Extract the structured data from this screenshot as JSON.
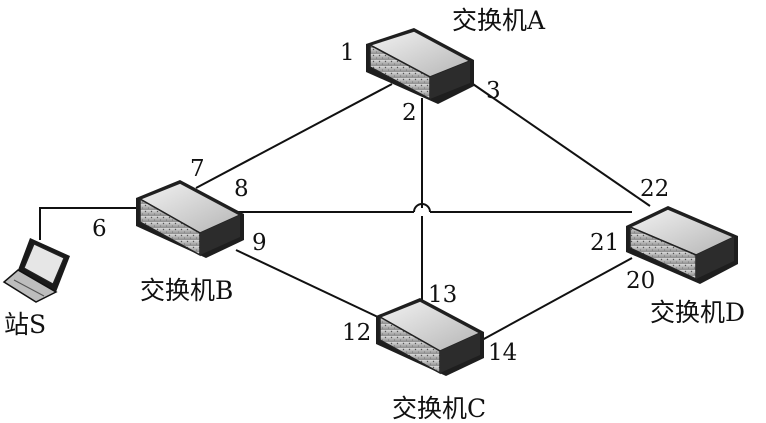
{
  "switches": {
    "a": {
      "label": "交换机A"
    },
    "b": {
      "label": "交换机B"
    },
    "c": {
      "label": "交换机C"
    },
    "d": {
      "label": "交换机D"
    }
  },
  "station": {
    "label": "站S"
  },
  "ports": {
    "p1": "1",
    "p2": "2",
    "p3": "3",
    "p6": "6",
    "p7": "7",
    "p8": "8",
    "p9": "9",
    "p12": "12",
    "p13": "13",
    "p14": "14",
    "p20": "20",
    "p21": "21",
    "p22": "22"
  },
  "colors": {
    "line": "#111111",
    "switch_body": "#c9c9c9",
    "switch_dark": "#2a2a2a"
  }
}
